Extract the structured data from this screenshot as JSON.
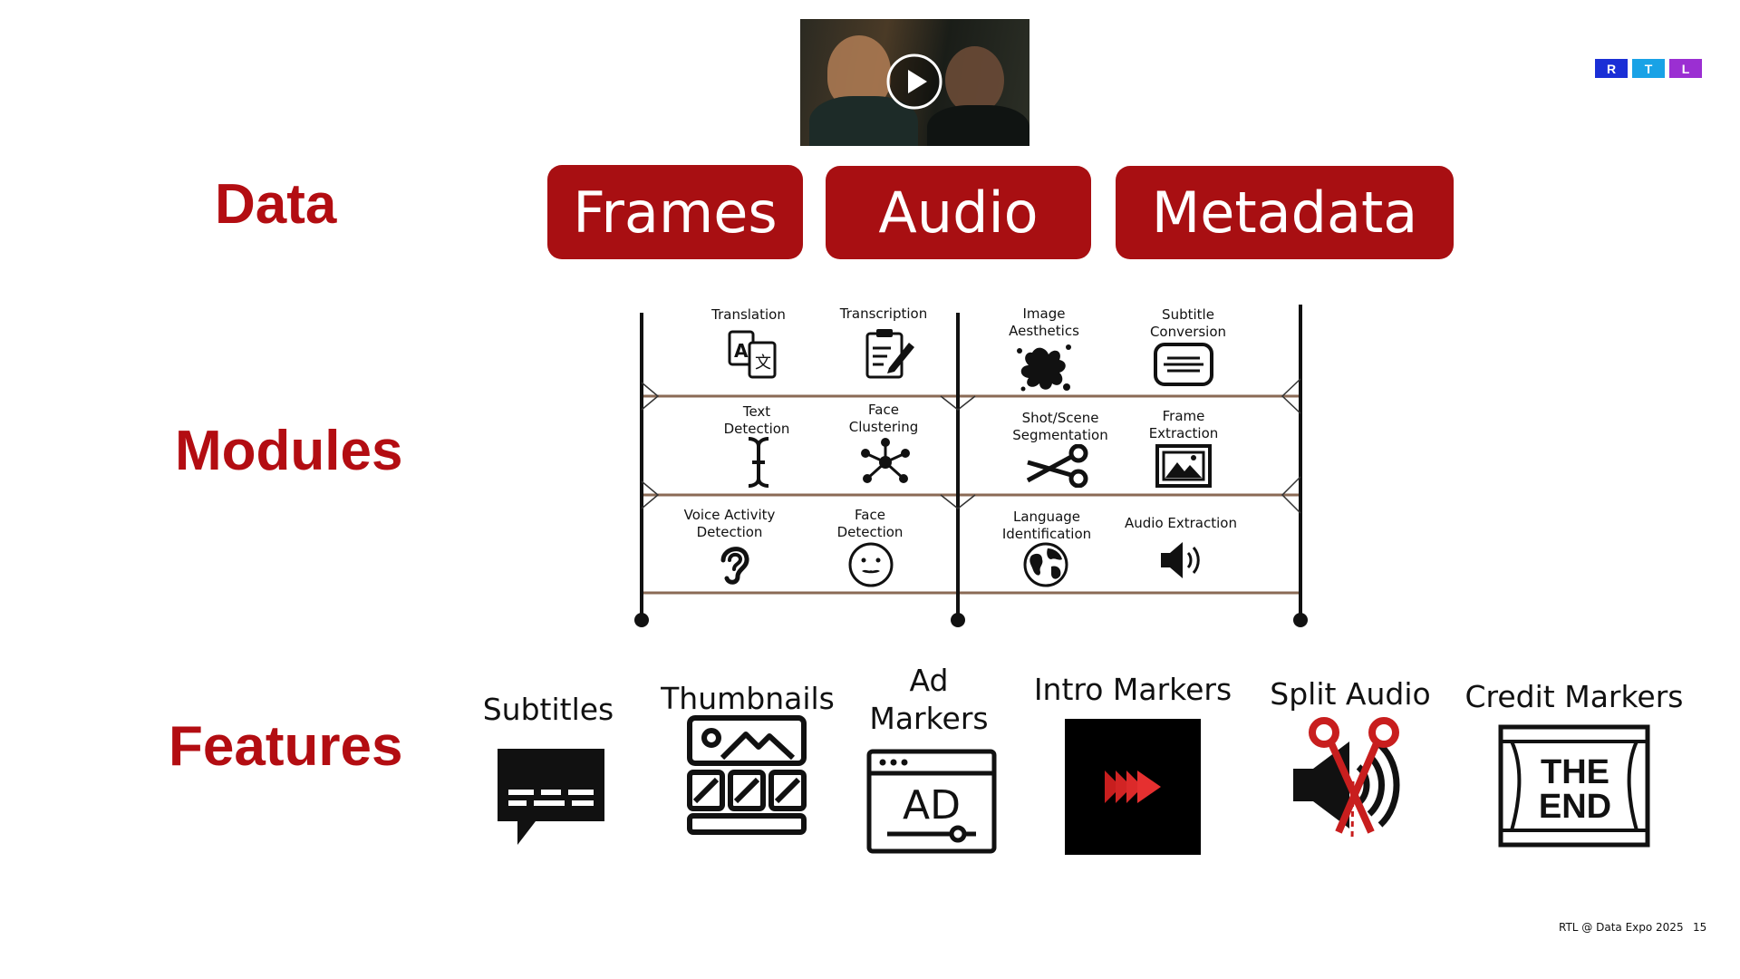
{
  "slide": {
    "row_labels": {
      "data": "Data",
      "modules": "Modules",
      "features": "Features"
    },
    "data_sources": [
      "Frames",
      "Audio",
      "Metadata"
    ],
    "modules": [
      {
        "label": "Translation",
        "icon": "translation-icon"
      },
      {
        "label": "Transcription",
        "icon": "transcription-icon"
      },
      {
        "label": "Image Aesthetics",
        "icon": "paint-splash-icon"
      },
      {
        "label": "Subtitle Conversion",
        "icon": "subtitle-box-icon"
      },
      {
        "label": "Text Detection",
        "icon": "text-cursor-icon"
      },
      {
        "label": "Face Clustering",
        "icon": "network-icon"
      },
      {
        "label": "Shot/Scene Segmentation",
        "icon": "scissors-icon"
      },
      {
        "label": "Frame Extraction",
        "icon": "picture-frame-icon"
      },
      {
        "label": "Voice Activity Detection",
        "icon": "ear-icon"
      },
      {
        "label": "Face Detection",
        "icon": "face-icon"
      },
      {
        "label": "Language Identification",
        "icon": "globe-icon"
      },
      {
        "label": "Audio Extraction",
        "icon": "speaker-icon"
      }
    ],
    "features": [
      {
        "label": "Subtitles",
        "icon": "subtitles-icon"
      },
      {
        "label": "Thumbnails",
        "icon": "thumbnails-icon"
      },
      {
        "label": "Ad Markers",
        "icon": "ad-marker-icon"
      },
      {
        "label": "Intro Markers",
        "icon": "fast-forward-icon"
      },
      {
        "label": "Split Audio",
        "icon": "split-audio-icon"
      },
      {
        "label": "Credit Markers",
        "icon": "the-end-icon"
      }
    ],
    "feature_icon_text": {
      "ad": "AD",
      "the": "THE",
      "end": "END"
    },
    "logo": {
      "letters": [
        "R",
        "T",
        "L"
      ],
      "colors": [
        "#1a2fd6",
        "#19a2e6",
        "#9b2fd2"
      ]
    },
    "footer": {
      "event": "RTL @ Data Expo 2025",
      "page_number": "15"
    },
    "colors": {
      "accent": "#a80f12",
      "label_red": "#b30d12",
      "line_brown": "#8a6a55"
    }
  }
}
